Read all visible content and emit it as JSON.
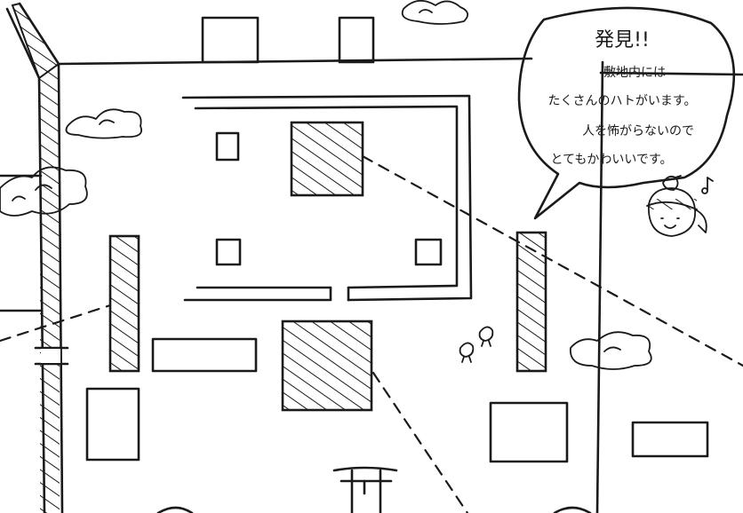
{
  "speech_bubble": {
    "headline": "発見!!",
    "lines": [
      "敷地内には",
      "たくさんのハトがいます。",
      "人を怖がらないので",
      "とてもかわいいです。"
    ]
  }
}
